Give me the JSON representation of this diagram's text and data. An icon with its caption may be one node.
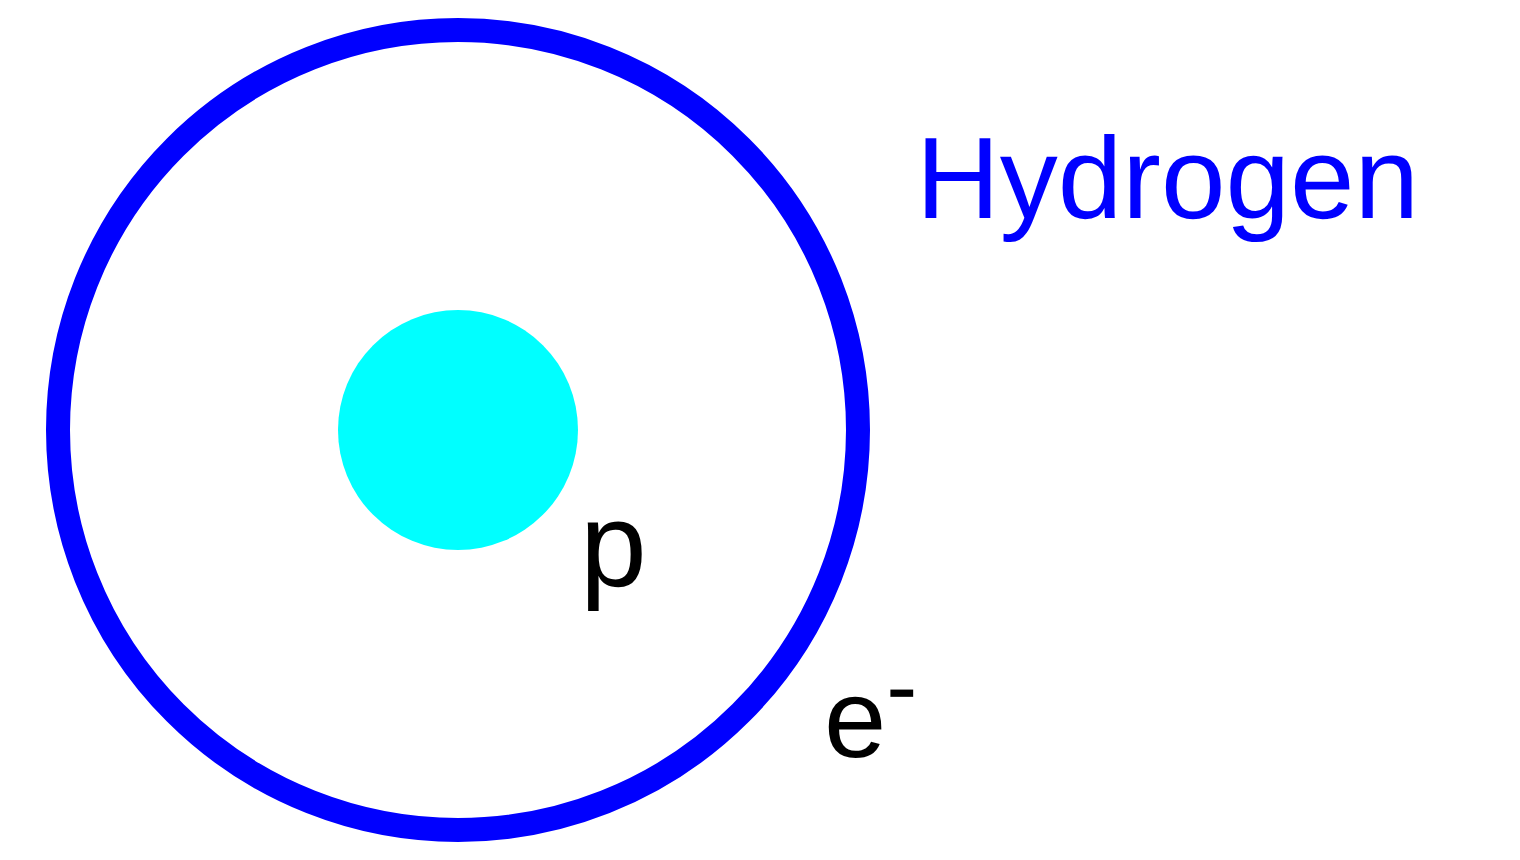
{
  "diagram": {
    "title": "Hydrogen",
    "nodes": [
      {
        "text": [],
        "shape": "circle",
        "beside": [
          "e$^{-}$"
        ]
      },
      {
        "text": [],
        "shape": "circle",
        "in": 0,
        "beside": [
          "p"
        ]
      }
    ]
  }
}
